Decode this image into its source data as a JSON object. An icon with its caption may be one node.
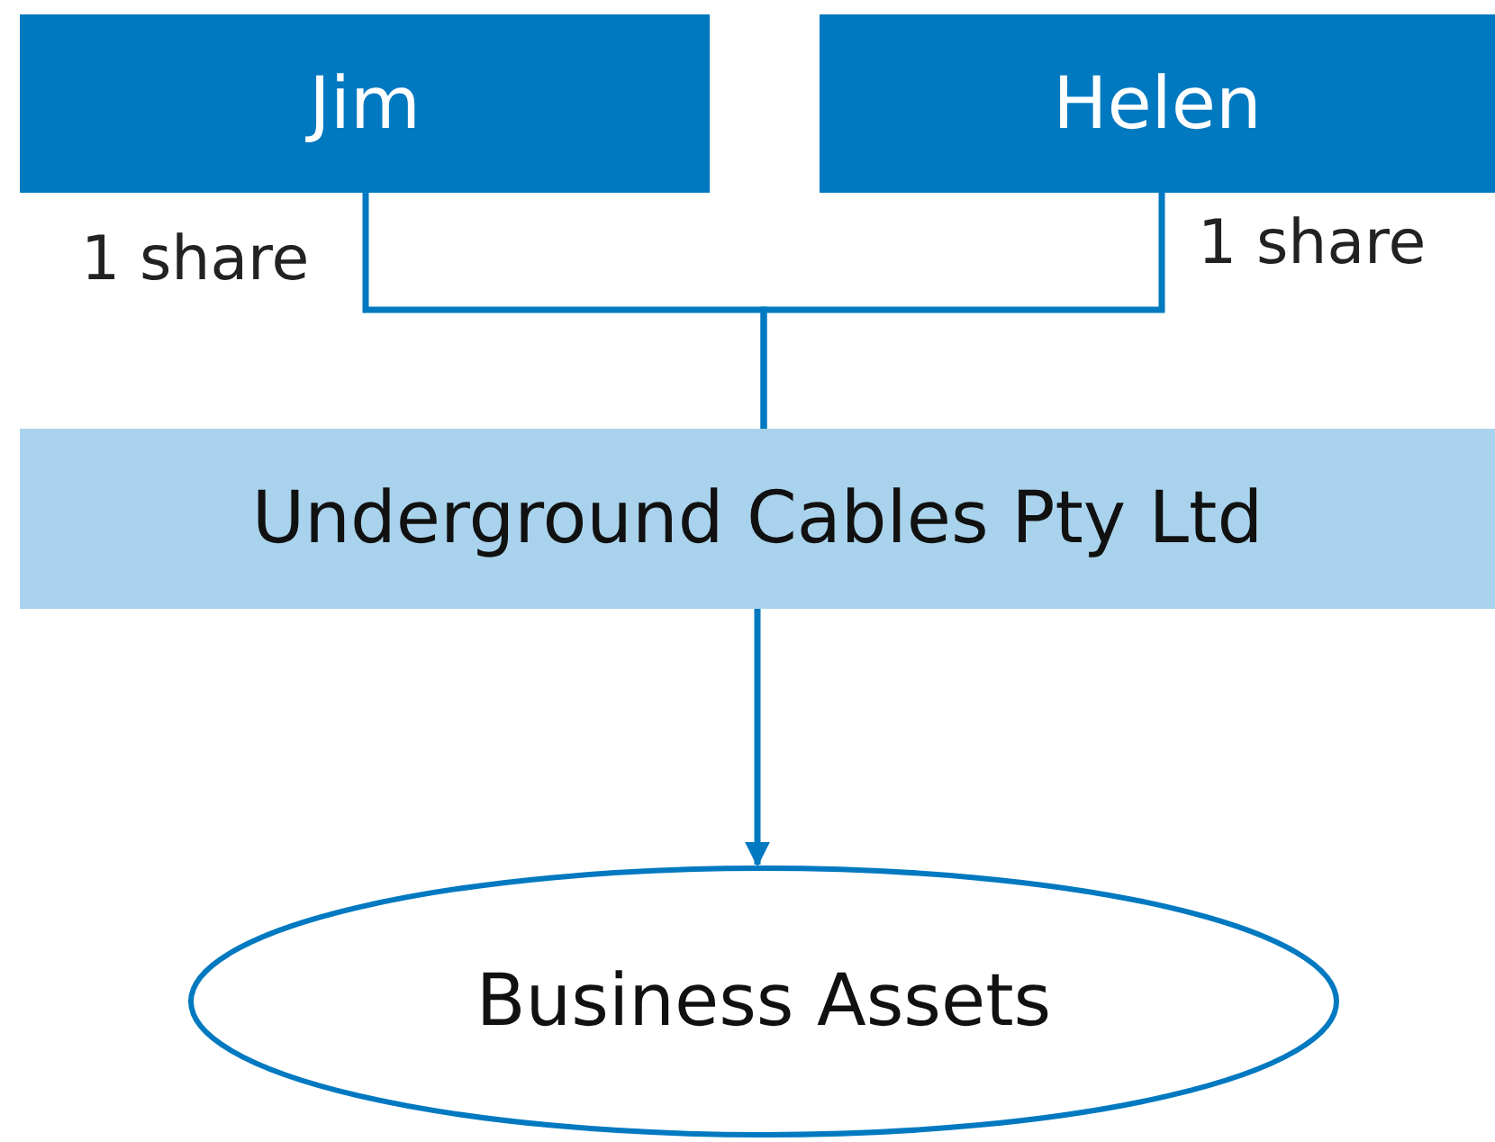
{
  "diagram": {
    "nodes": [
      {
        "text": [
          "Jim"
        ],
        "beside": [
          "1 share"
        ]
      },
      {
        "text": [
          "Helen"
        ],
        "beside": [
          "1 share"
        ]
      },
      {
        "text": [
          "Underground Cables Pty Ltd"
        ]
      },
      {
        "text": [
          "Business Assets"
        ]
      }
    ],
    "edges": [
      {
        "from": 0,
        "to": 2,
        "arrow": "none"
      },
      {
        "from": 1,
        "to": 2,
        "arrow": "none"
      },
      {
        "from": 2,
        "to": 3,
        "arrow": "to"
      }
    ]
  }
}
